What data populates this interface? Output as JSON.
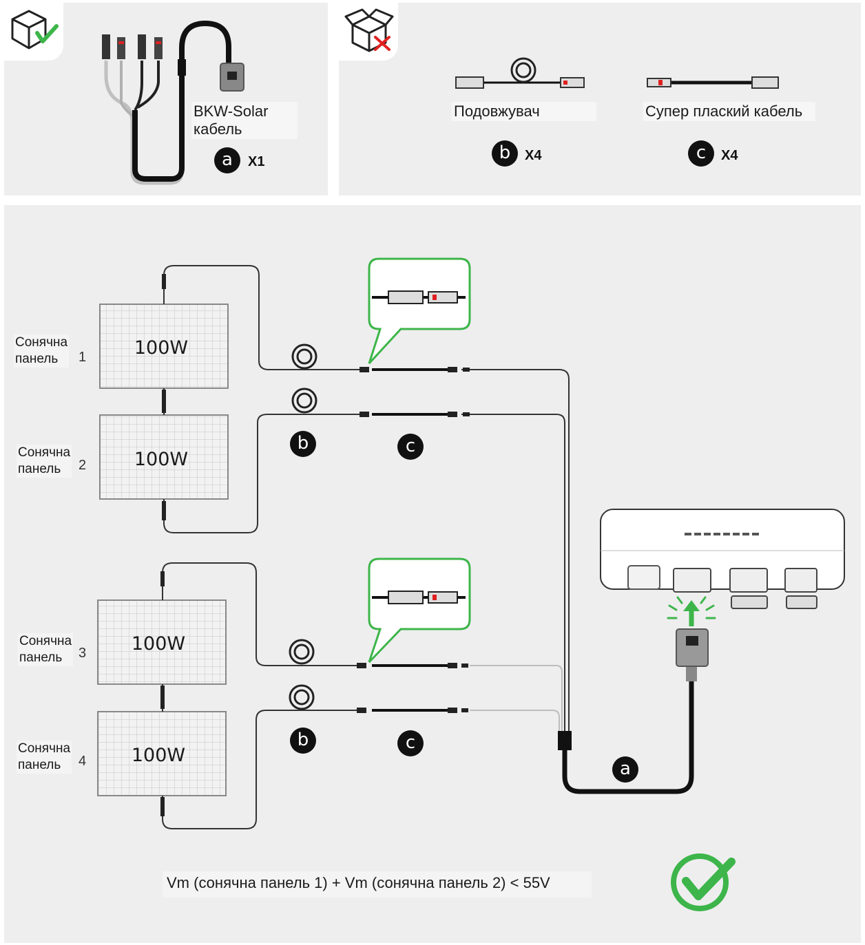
{
  "included": {
    "cable_label_line1": "BKW-Solar",
    "cable_label_line2": "кабель",
    "badge": "a",
    "qty": "X1"
  },
  "not_included": {
    "extender_label": "Подовжувач",
    "extender_badge": "b",
    "extender_qty": "X4",
    "flat_cable_label": "Супер плаский кабель",
    "flat_cable_badge": "c",
    "flat_cable_qty": "X4"
  },
  "panels": [
    {
      "line1": "Сонячна",
      "line2": "панель",
      "num": "1",
      "power": "100W"
    },
    {
      "line1": "Сонячна",
      "line2": "панель",
      "num": "2",
      "power": "100W"
    },
    {
      "line1": "Сонячна",
      "line2": "панель",
      "num": "3",
      "power": "100W"
    },
    {
      "line1": "Сонячна",
      "line2": "панель",
      "num": "4",
      "power": "100W"
    }
  ],
  "diagram_badges": {
    "b1": "b",
    "c1": "c",
    "b2": "b",
    "c2": "c",
    "a": "a"
  },
  "formula": "Vm (сонячна панель 1) + Vm (сонячна панель 2) < 55V",
  "colors": {
    "accent_green": "#3db54a",
    "reject_red": "#e02020",
    "panel_bg": "#eeeeef"
  },
  "icons": {
    "included": "box-check-icon",
    "not_included": "open-box-cross-icon",
    "success": "check-circle-icon"
  }
}
